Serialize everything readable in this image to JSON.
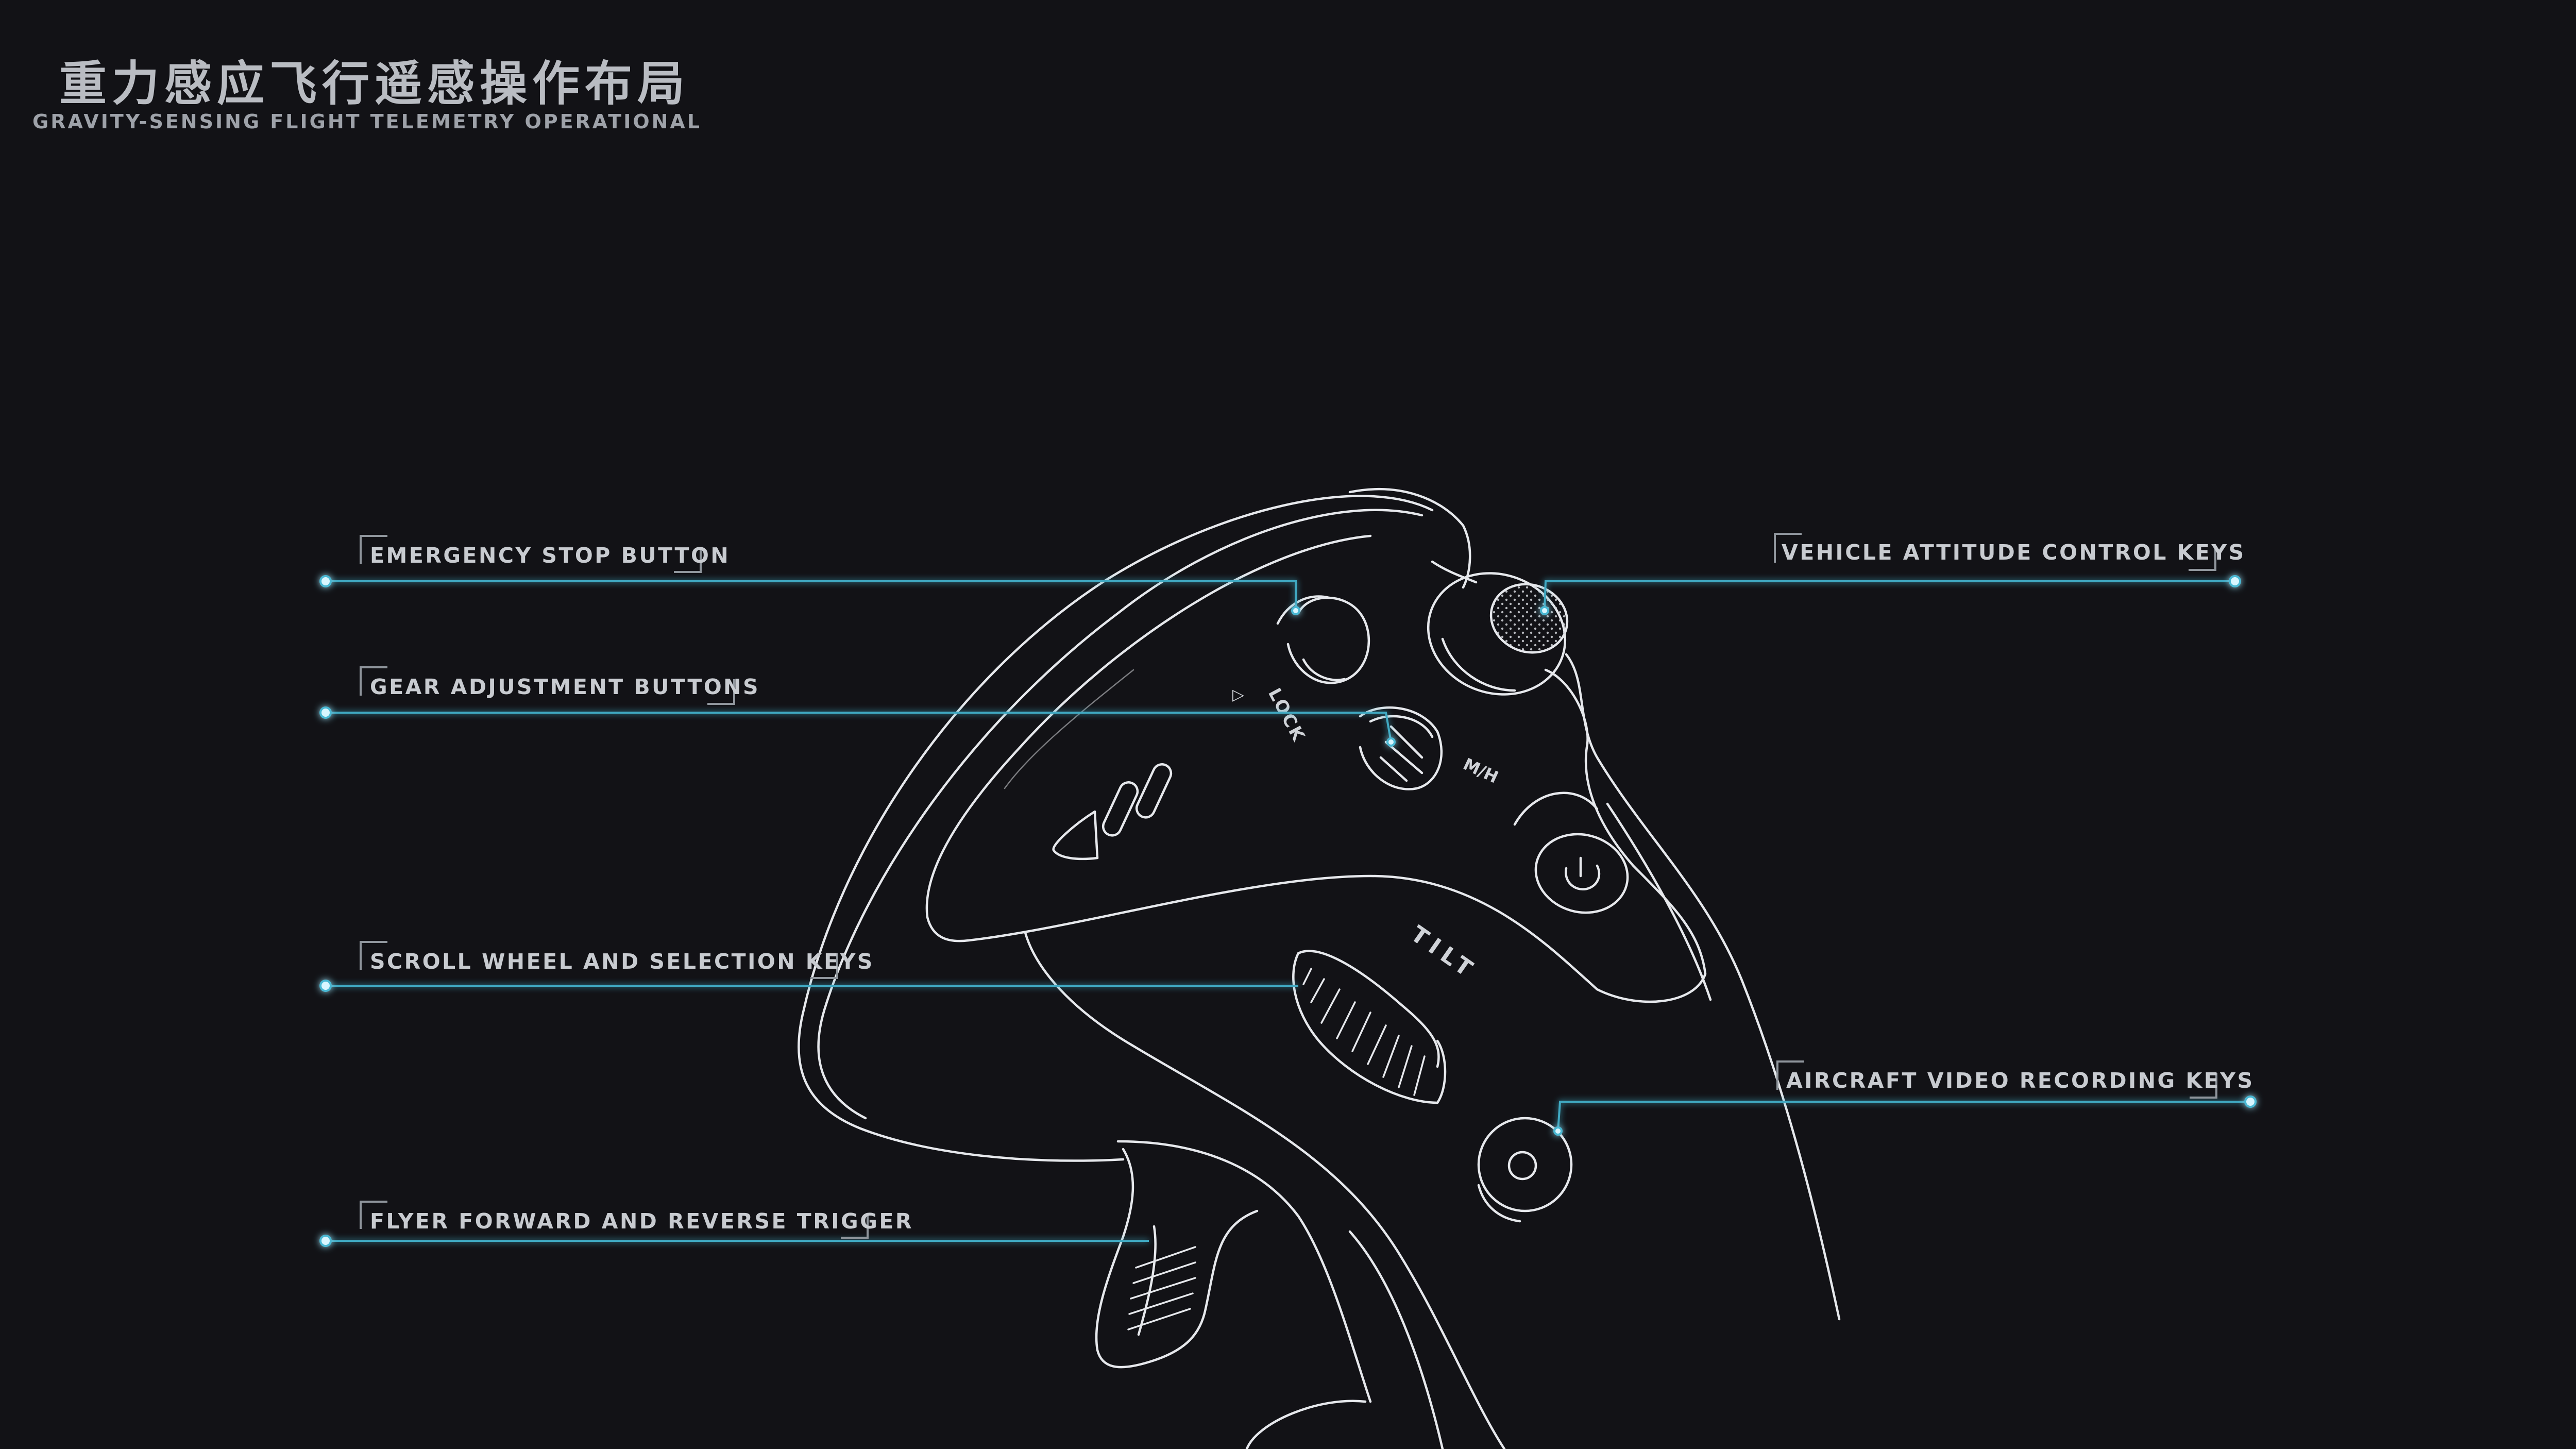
{
  "header": {
    "title_cn": "重力感应飞行遥感操作布局",
    "title_en": "GRAVITY-SENSING FLIGHT TELEMETRY OPERATIONAL"
  },
  "device_labels": {
    "lock": "LOCK",
    "mode": "M/H",
    "tilt": "TILT"
  },
  "callouts": {
    "emergency_stop": "EMERGENCY STOP BUTTON",
    "gear_adjustment": "GEAR ADJUSTMENT BUTTONS",
    "scroll_wheel": "SCROLL WHEEL AND SELECTION KEYS",
    "trigger": "FLYER FORWARD AND REVERSE TRIGGER",
    "attitude_control": "VEHICLE ATTITUDE CONTROL KEYS",
    "video_recording": "AIRCRAFT VIDEO RECORDING KEYS"
  },
  "colors": {
    "background": "#121216",
    "outline": "#e6e8ec",
    "leader": "#3fa9c2",
    "dot": "#d8f6ff",
    "label": "#c8cbd0"
  }
}
